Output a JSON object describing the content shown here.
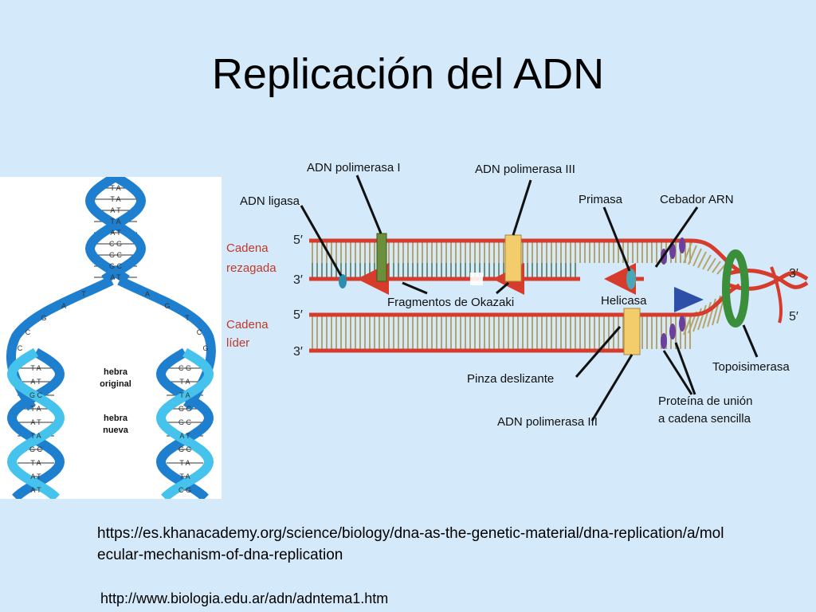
{
  "slide": {
    "title": "Replicación del ADN",
    "link1": "https://es.khanacademy.org/science/biology/dna-as-the-genetic-material/dna-replication/a/molecular-mechanism-of-dna-replication",
    "link2": "http://www.biologia.edu.ar/adn/adntema1.htm"
  },
  "helix": {
    "labels": {
      "original": "hebra original",
      "nueva": "hebra nueva"
    },
    "base_pairs": [
      "TA",
      "TA",
      "AT",
      "TA",
      "AT",
      "CG",
      "GC",
      "GC",
      "AT",
      "TA",
      "CG",
      "AT",
      "TA",
      "GC",
      "TA",
      "TA",
      "GC",
      "AT",
      "GC",
      "TA",
      "AT",
      "GC",
      "GC"
    ],
    "single_bases": [
      "T",
      "A",
      "G",
      "C",
      "C",
      "A",
      "G",
      "T",
      "C",
      "G",
      "A",
      "T",
      "A",
      "C",
      "T",
      "C",
      "G",
      "A",
      "A",
      "G",
      "T",
      "A",
      "G"
    ],
    "colors": {
      "original": "#1f7fcf",
      "nueva": "#45c3ec"
    }
  },
  "replication": {
    "labels": {
      "adn_polimerasa_i": "ADN polimerasa I",
      "adn_polimerasa_iii_top": "ADN polimerasa III",
      "adn_ligasa": "ADN ligasa",
      "primasa": "Primasa",
      "cebador_arn": "Cebador ARN",
      "fragmentos_okazaki": "Fragmentos de Okazaki",
      "helicasa": "Helicasa",
      "pinza_deslizante": "Pinza deslizante",
      "adn_polimerasa_iii_bottom": "ADN polimerasa III",
      "proteina_union": [
        "Proteína de unión",
        "a cadena sencilla"
      ],
      "topoisimerasa": "Topoisimerasa",
      "cadena_rezagada": [
        "Cadena",
        "rezagada"
      ],
      "cadena_lider": [
        "Cadena",
        "líder"
      ]
    },
    "ends": {
      "five": "5′",
      "three": "3′"
    },
    "colors": {
      "strand": "#d63b2b",
      "rung": "#b8a46a",
      "polymerase": "#f3cd6b",
      "ligase": "#6c8f3c",
      "helicase": "#2d4fa8",
      "topoisomerase": "#3b8f3b",
      "ssb": "#6d3f9c",
      "primase": "#4aa6b5"
    }
  }
}
